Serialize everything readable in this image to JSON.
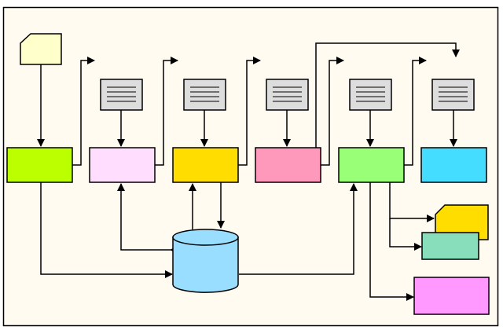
{
  "colors": {
    "background": "#fffbf0",
    "border": "#000000",
    "line": "#000000",
    "start_card": "#ffffcc",
    "doc_fill": "#dddddd",
    "process_1": "#bbff00",
    "process_2": "#ffddff",
    "process_3": "#ffdd00",
    "process_4": "#ff99bb",
    "process_5": "#99ff77",
    "process_6": "#44ddff",
    "database": "#99ddff",
    "output_card": "#ffdd00",
    "output_teal": "#88ddbb",
    "output_pink": "#ff99ff"
  },
  "diagram": {
    "nodes": [
      {
        "id": "start-card",
        "shape": "card",
        "color": "start_card"
      },
      {
        "id": "doc-1",
        "shape": "document",
        "color": "doc_fill"
      },
      {
        "id": "doc-2",
        "shape": "document",
        "color": "doc_fill"
      },
      {
        "id": "doc-3",
        "shape": "document",
        "color": "doc_fill"
      },
      {
        "id": "doc-4",
        "shape": "document",
        "color": "doc_fill"
      },
      {
        "id": "doc-5",
        "shape": "document",
        "color": "doc_fill"
      },
      {
        "id": "process-1",
        "shape": "rectangle",
        "color": "process_1"
      },
      {
        "id": "process-2",
        "shape": "rectangle",
        "color": "process_2"
      },
      {
        "id": "process-3",
        "shape": "rectangle",
        "color": "process_3"
      },
      {
        "id": "process-4",
        "shape": "rectangle",
        "color": "process_4"
      },
      {
        "id": "process-5",
        "shape": "rectangle",
        "color": "process_5"
      },
      {
        "id": "process-6",
        "shape": "rectangle",
        "color": "process_6"
      },
      {
        "id": "database",
        "shape": "cylinder",
        "color": "database"
      },
      {
        "id": "output-card",
        "shape": "card",
        "color": "output_card"
      },
      {
        "id": "output-teal",
        "shape": "rectangle",
        "color": "output_teal"
      },
      {
        "id": "output-pink",
        "shape": "rectangle",
        "color": "output_pink"
      }
    ],
    "edges": [
      {
        "from": "start-card",
        "to": "process-1"
      },
      {
        "from": "doc-1",
        "to": "process-2"
      },
      {
        "from": "doc-2",
        "to": "process-3"
      },
      {
        "from": "doc-3",
        "to": "process-4"
      },
      {
        "from": "doc-4",
        "to": "process-5"
      },
      {
        "from": "doc-5",
        "to": "process-6"
      },
      {
        "from": "process-1",
        "to": "next-step"
      },
      {
        "from": "process-2",
        "to": "next-step"
      },
      {
        "from": "process-3",
        "to": "next-step"
      },
      {
        "from": "process-4",
        "to": "next-step"
      },
      {
        "from": "process-4",
        "to": "process-6"
      },
      {
        "from": "process-5",
        "to": "next-step"
      },
      {
        "from": "database",
        "to": "process-2"
      },
      {
        "from": "process-2",
        "to": "database"
      },
      {
        "from": "database",
        "to": "process-3"
      },
      {
        "from": "process-3",
        "to": "database"
      },
      {
        "from": "process-1",
        "to": "database"
      },
      {
        "from": "database",
        "to": "process-5"
      },
      {
        "from": "process-5",
        "to": "output-card"
      },
      {
        "from": "process-5",
        "to": "output-teal"
      },
      {
        "from": "process-5",
        "to": "output-pink"
      }
    ]
  }
}
